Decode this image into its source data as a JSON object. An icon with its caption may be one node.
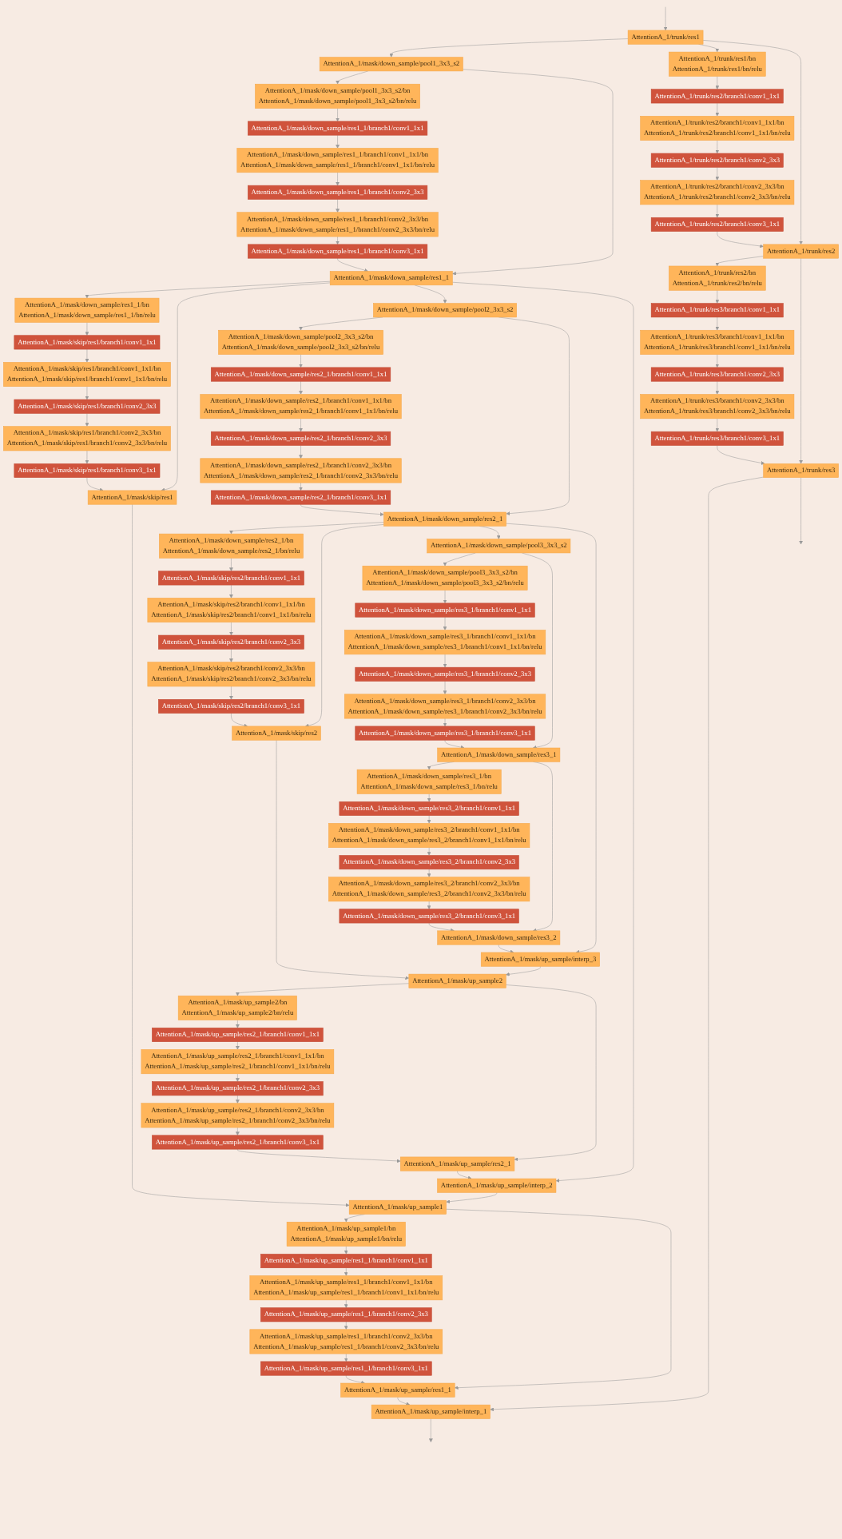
{
  "diagram": {
    "nodes": [
      {
        "text": [
          "AttentionA_1/trunk/res1"
        ]
      },
      {
        "text": [
          "AttentionA_1/mask/down_sample/pool1_3x3_s2"
        ]
      },
      {
        "text": [
          "AttentionA_1/mask/down_sample/pool1_3x3_s2/bn",
          "AttentionA_1/mask/down_sample/pool1_3x3_s2/bn/relu"
        ]
      },
      {
        "text": [
          "AttentionA_1/mask/down_sample/res1_1/branch1/conv1_1x1"
        ]
      },
      {
        "text": [
          "AttentionA_1/mask/down_sample/res1_1/branch1/conv1_1x1/bn",
          "AttentionA_1/mask/down_sample/res1_1/branch1/conv1_1x1/bn/relu"
        ]
      },
      {
        "text": [
          "AttentionA_1/mask/down_sample/res1_1/branch1/conv2_3x3"
        ]
      },
      {
        "text": [
          "AttentionA_1/mask/down_sample/res1_1/branch1/conv2_3x3/bn",
          "AttentionA_1/mask/down_sample/res1_1/branch1/conv2_3x3/bn/relu"
        ]
      },
      {
        "text": [
          "AttentionA_1/mask/down_sample/res1_1/branch1/conv3_1x1"
        ]
      },
      {
        "text": [
          "AttentionA_1/mask/down_sample/res1_1"
        ]
      },
      {
        "text": [
          "AttentionA_1/mask/down_sample/res1_1/bn",
          "AttentionA_1/mask/down_sample/res1_1/bn/relu"
        ]
      },
      {
        "text": [
          "AttentionA_1/mask/skip/res1/branch1/conv1_1x1"
        ]
      },
      {
        "text": [
          "AttentionA_1/mask/skip/res1/branch1/conv1_1x1/bn",
          "AttentionA_1/mask/skip/res1/branch1/conv1_1x1/bn/relu"
        ]
      },
      {
        "text": [
          "AttentionA_1/mask/skip/res1/branch1/conv2_3x3"
        ]
      },
      {
        "text": [
          "AttentionA_1/mask/skip/res1/branch1/conv2_3x3/bn",
          "AttentionA_1/mask/skip/res1/branch1/conv2_3x3/bn/relu"
        ]
      },
      {
        "text": [
          "AttentionA_1/mask/skip/res1/branch1/conv3_1x1"
        ]
      },
      {
        "text": [
          "AttentionA_1/mask/skip/res1"
        ]
      },
      {
        "text": [
          "AttentionA_1/mask/down_sample/pool2_3x3_s2"
        ]
      },
      {
        "text": [
          "AttentionA_1/mask/down_sample/pool2_3x3_s2/bn",
          "AttentionA_1/mask/down_sample/pool2_3x3_s2/bn/relu"
        ]
      },
      {
        "text": [
          "AttentionA_1/mask/down_sample/res2_1/branch1/conv1_1x1"
        ]
      },
      {
        "text": [
          "AttentionA_1/mask/down_sample/res2_1/branch1/conv1_1x1/bn",
          "AttentionA_1/mask/down_sample/res2_1/branch1/conv1_1x1/bn/relu"
        ]
      },
      {
        "text": [
          "AttentionA_1/mask/down_sample/res2_1/branch1/conv2_3x3"
        ]
      },
      {
        "text": [
          "AttentionA_1/mask/down_sample/res2_1/branch1/conv2_3x3/bn",
          "AttentionA_1/mask/down_sample/res2_1/branch1/conv2_3x3/bn/relu"
        ]
      },
      {
        "text": [
          "AttentionA_1/mask/down_sample/res2_1/branch1/conv3_1x1"
        ]
      },
      {
        "text": [
          "AttentionA_1/mask/down_sample/res2_1"
        ]
      },
      {
        "text": [
          "AttentionA_1/mask/down_sample/res2_1/bn",
          "AttentionA_1/mask/down_sample/res2_1/bn/relu"
        ]
      },
      {
        "text": [
          "AttentionA_1/mask/skip/res2/branch1/conv1_1x1"
        ]
      },
      {
        "text": [
          "AttentionA_1/mask/skip/res2/branch1/conv1_1x1/bn",
          "AttentionA_1/mask/skip/res2/branch1/conv1_1x1/bn/relu"
        ]
      },
      {
        "text": [
          "AttentionA_1/mask/skip/res2/branch1/conv2_3x3"
        ]
      },
      {
        "text": [
          "AttentionA_1/mask/skip/res2/branch1/conv2_3x3/bn",
          "AttentionA_1/mask/skip/res2/branch1/conv2_3x3/bn/relu"
        ]
      },
      {
        "text": [
          "AttentionA_1/mask/skip/res2/branch1/conv3_1x1"
        ]
      },
      {
        "text": [
          "AttentionA_1/mask/skip/res2"
        ]
      },
      {
        "text": [
          "AttentionA_1/mask/down_sample/pool3_3x3_s2"
        ]
      },
      {
        "text": [
          "AttentionA_1/mask/down_sample/pool3_3x3_s2/bn",
          "AttentionA_1/mask/down_sample/pool3_3x3_s2/bn/relu"
        ]
      },
      {
        "text": [
          "AttentionA_1/mask/down_sample/res3_1/branch1/conv1_1x1"
        ]
      },
      {
        "text": [
          "AttentionA_1/mask/down_sample/res3_1/branch1/conv1_1x1/bn",
          "AttentionA_1/mask/down_sample/res3_1/branch1/conv1_1x1/bn/relu"
        ]
      },
      {
        "text": [
          "AttentionA_1/mask/down_sample/res3_1/branch1/conv2_3x3"
        ]
      },
      {
        "text": [
          "AttentionA_1/mask/down_sample/res3_1/branch1/conv2_3x3/bn",
          "AttentionA_1/mask/down_sample/res3_1/branch1/conv2_3x3/bn/relu"
        ]
      },
      {
        "text": [
          "AttentionA_1/mask/down_sample/res3_1/branch1/conv3_1x1"
        ]
      },
      {
        "text": [
          "AttentionA_1/mask/down_sample/res3_1"
        ]
      },
      {
        "text": [
          "AttentionA_1/mask/down_sample/res3_1/bn",
          "AttentionA_1/mask/down_sample/res3_1/bn/relu"
        ]
      },
      {
        "text": [
          "AttentionA_1/mask/down_sample/res3_2/branch1/conv1_1x1"
        ]
      },
      {
        "text": [
          "AttentionA_1/mask/down_sample/res3_2/branch1/conv1_1x1/bn",
          "AttentionA_1/mask/down_sample/res3_2/branch1/conv1_1x1/bn/relu"
        ]
      },
      {
        "text": [
          "AttentionA_1/mask/down_sample/res3_2/branch1/conv2_3x3"
        ]
      },
      {
        "text": [
          "AttentionA_1/mask/down_sample/res3_2/branch1/conv2_3x3/bn",
          "AttentionA_1/mask/down_sample/res3_2/branch1/conv2_3x3/bn/relu"
        ]
      },
      {
        "text": [
          "AttentionA_1/mask/down_sample/res3_2/branch1/conv3_1x1"
        ]
      },
      {
        "text": [
          "AttentionA_1/mask/down_sample/res3_2"
        ]
      },
      {
        "text": [
          "AttentionA_1/mask/up_sample/interp_3"
        ]
      },
      {
        "text": [
          "AttentionA_1/mask/up_sample2"
        ]
      },
      {
        "text": [
          "AttentionA_1/mask/up_sample2/bn",
          "AttentionA_1/mask/up_sample2/bn/relu"
        ]
      },
      {
        "text": [
          "AttentionA_1/mask/up_sample/res2_1/branch1/conv1_1x1"
        ]
      },
      {
        "text": [
          "AttentionA_1/mask/up_sample/res2_1/branch1/conv1_1x1/bn",
          "AttentionA_1/mask/up_sample/res2_1/branch1/conv1_1x1/bn/relu"
        ]
      },
      {
        "text": [
          "AttentionA_1/mask/up_sample/res2_1/branch1/conv2_3x3"
        ]
      },
      {
        "text": [
          "AttentionA_1/mask/up_sample/res2_1/branch1/conv2_3x3/bn",
          "AttentionA_1/mask/up_sample/res2_1/branch1/conv2_3x3/bn/relu"
        ]
      },
      {
        "text": [
          "AttentionA_1/mask/up_sample/res2_1/branch1/conv3_1x1"
        ]
      },
      {
        "text": [
          "AttentionA_1/mask/up_sample/res2_1"
        ]
      },
      {
        "text": [
          "AttentionA_1/mask/up_sample/interp_2"
        ]
      },
      {
        "text": [
          "AttentionA_1/mask/up_sample1"
        ]
      },
      {
        "text": [
          "AttentionA_1/mask/up_sample1/bn",
          "AttentionA_1/mask/up_sample1/bn/relu"
        ]
      },
      {
        "text": [
          "AttentionA_1/mask/up_sample/res1_1/branch1/conv1_1x1"
        ]
      },
      {
        "text": [
          "AttentionA_1/mask/up_sample/res1_1/branch1/conv1_1x1/bn",
          "AttentionA_1/mask/up_sample/res1_1/branch1/conv1_1x1/bn/relu"
        ]
      },
      {
        "text": [
          "AttentionA_1/mask/up_sample/res1_1/branch1/conv2_3x3"
        ]
      },
      {
        "text": [
          "AttentionA_1/mask/up_sample/res1_1/branch1/conv2_3x3/bn",
          "AttentionA_1/mask/up_sample/res1_1/branch1/conv2_3x3/bn/relu"
        ]
      },
      {
        "text": [
          "AttentionA_1/mask/up_sample/res1_1/branch1/conv3_1x1"
        ]
      },
      {
        "text": [
          "AttentionA_1/mask/up_sample/res1_1"
        ]
      },
      {
        "text": [
          "AttentionA_1/mask/up_sample/interp_1"
        ]
      },
      {
        "text": [
          "AttentionA_1/trunk/res1/bn",
          "AttentionA_1/trunk/res1/bn/relu"
        ]
      },
      {
        "text": [
          "AttentionA_1/trunk/res2/branch1/conv1_1x1"
        ]
      },
      {
        "text": [
          "AttentionA_1/trunk/res2/branch1/conv1_1x1/bn",
          "AttentionA_1/trunk/res2/branch1/conv1_1x1/bn/relu"
        ]
      },
      {
        "text": [
          "AttentionA_1/trunk/res2/branch1/conv2_3x3"
        ]
      },
      {
        "text": [
          "AttentionA_1/trunk/res2/branch1/conv2_3x3/bn",
          "AttentionA_1/trunk/res2/branch1/conv2_3x3/bn/relu"
        ]
      },
      {
        "text": [
          "AttentionA_1/trunk/res2/branch1/conv3_1x1"
        ]
      },
      {
        "text": [
          "AttentionA_1/trunk/res2"
        ]
      },
      {
        "text": [
          "AttentionA_1/trunk/res2/bn",
          "AttentionA_1/trunk/res2/bn/relu"
        ]
      },
      {
        "text": [
          "AttentionA_1/trunk/res3/branch1/conv1_1x1"
        ]
      },
      {
        "text": [
          "AttentionA_1/trunk/res3/branch1/conv1_1x1/bn",
          "AttentionA_1/trunk/res3/branch1/conv1_1x1/bn/relu"
        ]
      },
      {
        "text": [
          "AttentionA_1/trunk/res3/branch1/conv2_3x3"
        ]
      },
      {
        "text": [
          "AttentionA_1/trunk/res3/branch1/conv2_3x3/bn",
          "AttentionA_1/trunk/res3/branch1/conv2_3x3/bn/relu"
        ]
      },
      {
        "text": [
          "AttentionA_1/trunk/res3/branch1/conv3_1x1"
        ]
      },
      {
        "text": [
          "AttentionA_1/trunk/res3"
        ]
      }
    ],
    "edges": [
      {
        "from": null,
        "to": 0,
        "arrow": "to"
      },
      {
        "from": 0,
        "to": 1,
        "arrow": "to"
      },
      {
        "from": 0,
        "to": 65,
        "arrow": "to"
      },
      {
        "from": 1,
        "to": 2,
        "arrow": "to"
      },
      {
        "from": 2,
        "to": 3,
        "arrow": "to"
      },
      {
        "from": 3,
        "to": 4,
        "arrow": "to"
      },
      {
        "from": 4,
        "to": 5,
        "arrow": "to"
      },
      {
        "from": 5,
        "to": 6,
        "arrow": "to"
      },
      {
        "from": 6,
        "to": 7,
        "arrow": "to"
      },
      {
        "from": 7,
        "to": 8,
        "arrow": "to"
      },
      {
        "from": 1,
        "to": 8,
        "arrow": "to"
      },
      {
        "from": 8,
        "to": 9,
        "arrow": "to"
      },
      {
        "from": 9,
        "to": 10,
        "arrow": "to"
      },
      {
        "from": 10,
        "to": 11,
        "arrow": "to"
      },
      {
        "from": 11,
        "to": 12,
        "arrow": "to"
      },
      {
        "from": 12,
        "to": 13,
        "arrow": "to"
      },
      {
        "from": 13,
        "to": 14,
        "arrow": "to"
      },
      {
        "from": 14,
        "to": 15,
        "arrow": "to"
      },
      {
        "from": 8,
        "to": 15,
        "arrow": "to"
      },
      {
        "from": 8,
        "to": 16,
        "arrow": "to"
      },
      {
        "from": 16,
        "to": 17,
        "arrow": "to"
      },
      {
        "from": 17,
        "to": 18,
        "arrow": "to"
      },
      {
        "from": 18,
        "to": 19,
        "arrow": "to"
      },
      {
        "from": 19,
        "to": 20,
        "arrow": "to"
      },
      {
        "from": 20,
        "to": 21,
        "arrow": "to"
      },
      {
        "from": 21,
        "to": 22,
        "arrow": "to"
      },
      {
        "from": 22,
        "to": 23,
        "arrow": "to"
      },
      {
        "from": 16,
        "to": 23,
        "arrow": "to"
      },
      {
        "from": 23,
        "to": 24,
        "arrow": "to"
      },
      {
        "from": 24,
        "to": 25,
        "arrow": "to"
      },
      {
        "from": 25,
        "to": 26,
        "arrow": "to"
      },
      {
        "from": 26,
        "to": 27,
        "arrow": "to"
      },
      {
        "from": 27,
        "to": 28,
        "arrow": "to"
      },
      {
        "from": 28,
        "to": 29,
        "arrow": "to"
      },
      {
        "from": 29,
        "to": 30,
        "arrow": "to"
      },
      {
        "from": 23,
        "to": 30,
        "arrow": "to"
      },
      {
        "from": 23,
        "to": 31,
        "arrow": "to"
      },
      {
        "from": 31,
        "to": 32,
        "arrow": "to"
      },
      {
        "from": 32,
        "to": 33,
        "arrow": "to"
      },
      {
        "from": 33,
        "to": 34,
        "arrow": "to"
      },
      {
        "from": 34,
        "to": 35,
        "arrow": "to"
      },
      {
        "from": 35,
        "to": 36,
        "arrow": "to"
      },
      {
        "from": 36,
        "to": 37,
        "arrow": "to"
      },
      {
        "from": 37,
        "to": 38,
        "arrow": "to"
      },
      {
        "from": 31,
        "to": 38,
        "arrow": "to"
      },
      {
        "from": 38,
        "to": 39,
        "arrow": "to"
      },
      {
        "from": 39,
        "to": 40,
        "arrow": "to"
      },
      {
        "from": 40,
        "to": 41,
        "arrow": "to"
      },
      {
        "from": 41,
        "to": 42,
        "arrow": "to"
      },
      {
        "from": 42,
        "to": 43,
        "arrow": "to"
      },
      {
        "from": 43,
        "to": 44,
        "arrow": "to"
      },
      {
        "from": 44,
        "to": 45,
        "arrow": "to"
      },
      {
        "from": 38,
        "to": 45,
        "arrow": "to"
      },
      {
        "from": 45,
        "to": 46,
        "arrow": "to"
      },
      {
        "from": 23,
        "to": 46,
        "arrow": "to"
      },
      {
        "from": 46,
        "to": 47,
        "arrow": "to"
      },
      {
        "from": 30,
        "to": 47,
        "arrow": "to"
      },
      {
        "from": 47,
        "to": 48,
        "arrow": "to"
      },
      {
        "from": 48,
        "to": 49,
        "arrow": "to"
      },
      {
        "from": 49,
        "to": 50,
        "arrow": "to"
      },
      {
        "from": 50,
        "to": 51,
        "arrow": "to"
      },
      {
        "from": 51,
        "to": 52,
        "arrow": "to"
      },
      {
        "from": 52,
        "to": 53,
        "arrow": "to"
      },
      {
        "from": 53,
        "to": 54,
        "arrow": "to"
      },
      {
        "from": 47,
        "to": 54,
        "arrow": "to"
      },
      {
        "from": 54,
        "to": 55,
        "arrow": "to"
      },
      {
        "from": 8,
        "to": 55,
        "arrow": "to"
      },
      {
        "from": 55,
        "to": 56,
        "arrow": "to"
      },
      {
        "from": 15,
        "to": 56,
        "arrow": "to"
      },
      {
        "from": 56,
        "to": 57,
        "arrow": "to"
      },
      {
        "from": 57,
        "to": 58,
        "arrow": "to"
      },
      {
        "from": 58,
        "to": 59,
        "arrow": "to"
      },
      {
        "from": 59,
        "to": 60,
        "arrow": "to"
      },
      {
        "from": 60,
        "to": 61,
        "arrow": "to"
      },
      {
        "from": 61,
        "to": 62,
        "arrow": "to"
      },
      {
        "from": 62,
        "to": 63,
        "arrow": "to"
      },
      {
        "from": 56,
        "to": 63,
        "arrow": "to"
      },
      {
        "from": 63,
        "to": 64,
        "arrow": "to"
      },
      {
        "from": 78,
        "to": 64,
        "arrow": "to"
      },
      {
        "from": 64,
        "to": null,
        "arrow": "to"
      },
      {
        "from": 65,
        "to": 66,
        "arrow": "to"
      },
      {
        "from": 66,
        "to": 67,
        "arrow": "to"
      },
      {
        "from": 67,
        "to": 68,
        "arrow": "to"
      },
      {
        "from": 68,
        "to": 69,
        "arrow": "to"
      },
      {
        "from": 69,
        "to": 70,
        "arrow": "to"
      },
      {
        "from": 70,
        "to": 71,
        "arrow": "to"
      },
      {
        "from": 0,
        "to": 71,
        "arrow": "to"
      },
      {
        "from": 71,
        "to": 72,
        "arrow": "to"
      },
      {
        "from": 72,
        "to": 73,
        "arrow": "to"
      },
      {
        "from": 73,
        "to": 74,
        "arrow": "to"
      },
      {
        "from": 74,
        "to": 75,
        "arrow": "to"
      },
      {
        "from": 75,
        "to": 76,
        "arrow": "to"
      },
      {
        "from": 76,
        "to": 77,
        "arrow": "to"
      },
      {
        "from": 77,
        "to": 78,
        "arrow": "to"
      },
      {
        "from": 71,
        "to": 78,
        "arrow": "to"
      },
      {
        "from": 78,
        "to": null,
        "arrow": "to"
      }
    ]
  }
}
